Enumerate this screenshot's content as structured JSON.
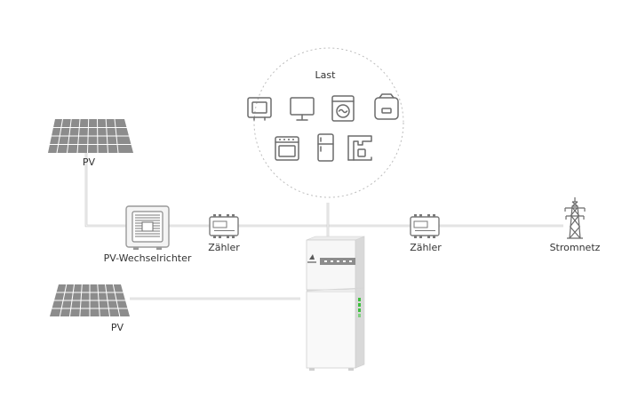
{
  "labels": {
    "pv_top": "PV",
    "pv_bottom": "PV",
    "inverter": "PV-Wechselrichter",
    "meter_left": "Zähler",
    "meter_right": "Zähler",
    "grid": "Stromnetz",
    "load": "Last"
  },
  "load_devices": [
    "tv-icon",
    "monitor-icon",
    "washing-machine-icon",
    "toaster-icon",
    "oven-icon",
    "fridge-icon",
    "coffee-machine-icon"
  ],
  "colors": {
    "panel": "#8c8c8c",
    "wire": "#c8c8c8",
    "led_green": "#3fbf3f"
  }
}
